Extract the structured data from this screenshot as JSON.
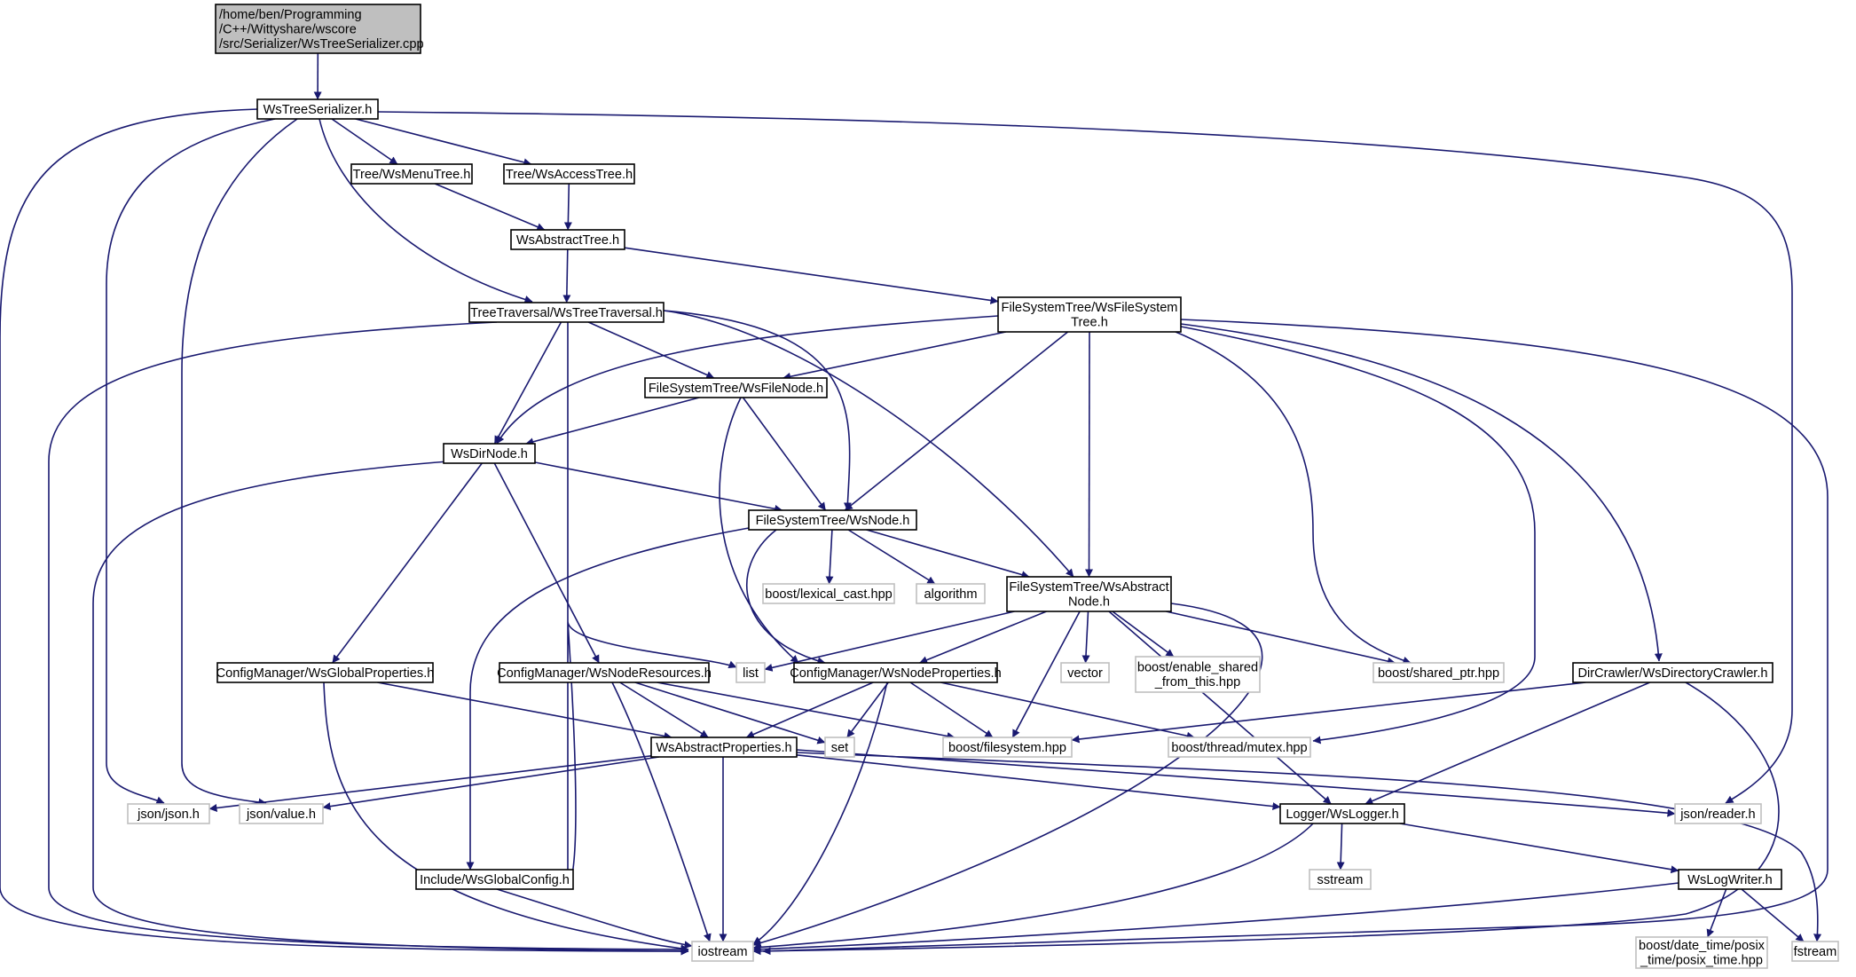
{
  "graph": {
    "root": "root",
    "colors": {
      "edge": "#191970",
      "internal_border": "#000000",
      "external_border": "#bfbfbf",
      "root_fill": "#bfbfbf"
    },
    "nodes": [
      {
        "id": "root",
        "lines": [
          "/home/ben/Programming",
          "/C++/Wittyshare/wscore",
          "/src/Serializer/WsTreeSerializer.cpp"
        ],
        "kind": "root"
      },
      {
        "id": "ser",
        "lines": [
          "WsTreeSerializer.h"
        ],
        "kind": "internal"
      },
      {
        "id": "menu",
        "lines": [
          "Tree/WsMenuTree.h"
        ],
        "kind": "internal"
      },
      {
        "id": "access",
        "lines": [
          "Tree/WsAccessTree.h"
        ],
        "kind": "internal"
      },
      {
        "id": "abstree",
        "lines": [
          "WsAbstractTree.h"
        ],
        "kind": "internal"
      },
      {
        "id": "trav",
        "lines": [
          "TreeTraversal/WsTreeTraversal.h"
        ],
        "kind": "internal"
      },
      {
        "id": "fstree",
        "lines": [
          "FileSystemTree/WsFileSystem",
          "Tree.h"
        ],
        "kind": "internal"
      },
      {
        "id": "filenode",
        "lines": [
          "FileSystemTree/WsFileNode.h"
        ],
        "kind": "internal"
      },
      {
        "id": "dirnode",
        "lines": [
          "WsDirNode.h"
        ],
        "kind": "internal"
      },
      {
        "id": "node",
        "lines": [
          "FileSystemTree/WsNode.h"
        ],
        "kind": "internal"
      },
      {
        "id": "absnode",
        "lines": [
          "FileSystemTree/WsAbstract",
          "Node.h"
        ],
        "kind": "internal"
      },
      {
        "id": "globprops",
        "lines": [
          "ConfigManager/WsGlobalProperties.h"
        ],
        "kind": "internal"
      },
      {
        "id": "noderes",
        "lines": [
          "ConfigManager/WsNodeResources.h"
        ],
        "kind": "internal"
      },
      {
        "id": "nodeprops",
        "lines": [
          "ConfigManager/WsNodeProperties.h"
        ],
        "kind": "internal"
      },
      {
        "id": "crawler",
        "lines": [
          "DirCrawler/WsDirectoryCrawler.h"
        ],
        "kind": "internal"
      },
      {
        "id": "absprops",
        "lines": [
          "WsAbstractProperties.h"
        ],
        "kind": "internal"
      },
      {
        "id": "logger",
        "lines": [
          "Logger/WsLogger.h"
        ],
        "kind": "internal"
      },
      {
        "id": "globconf",
        "lines": [
          "Include/WsGlobalConfig.h"
        ],
        "kind": "internal"
      },
      {
        "id": "logwriter",
        "lines": [
          "WsLogWriter.h"
        ],
        "kind": "internal"
      },
      {
        "id": "lexcast",
        "lines": [
          "boost/lexical_cast.hpp"
        ],
        "kind": "external"
      },
      {
        "id": "algorithm",
        "lines": [
          "algorithm"
        ],
        "kind": "external"
      },
      {
        "id": "list",
        "lines": [
          "list"
        ],
        "kind": "external"
      },
      {
        "id": "vector",
        "lines": [
          "vector"
        ],
        "kind": "external"
      },
      {
        "id": "enableshared",
        "lines": [
          "boost/enable_shared",
          "_from_this.hpp"
        ],
        "kind": "external"
      },
      {
        "id": "sharedptr",
        "lines": [
          "boost/shared_ptr.hpp"
        ],
        "kind": "external"
      },
      {
        "id": "set",
        "lines": [
          "set"
        ],
        "kind": "external"
      },
      {
        "id": "filesystem",
        "lines": [
          "boost/filesystem.hpp"
        ],
        "kind": "external"
      },
      {
        "id": "mutex",
        "lines": [
          "boost/thread/mutex.hpp"
        ],
        "kind": "external"
      },
      {
        "id": "jsonjson",
        "lines": [
          "json/json.h"
        ],
        "kind": "external"
      },
      {
        "id": "jsonvalue",
        "lines": [
          "json/value.h"
        ],
        "kind": "external"
      },
      {
        "id": "jsonreader",
        "lines": [
          "json/reader.h"
        ],
        "kind": "external"
      },
      {
        "id": "sstream",
        "lines": [
          "sstream"
        ],
        "kind": "external"
      },
      {
        "id": "iostream",
        "lines": [
          "iostream"
        ],
        "kind": "external"
      },
      {
        "id": "posix",
        "lines": [
          "boost/date_time/posix",
          "_time/posix_time.hpp"
        ],
        "kind": "external"
      },
      {
        "id": "fstream",
        "lines": [
          "fstream"
        ],
        "kind": "external"
      }
    ],
    "edges": [
      [
        "root",
        "ser"
      ],
      [
        "ser",
        "menu"
      ],
      [
        "ser",
        "access"
      ],
      [
        "ser",
        "trav"
      ],
      [
        "ser",
        "jsonjson"
      ],
      [
        "ser",
        "jsonvalue"
      ],
      [
        "ser",
        "jsonreader"
      ],
      [
        "ser",
        "iostream"
      ],
      [
        "menu",
        "abstree"
      ],
      [
        "access",
        "abstree"
      ],
      [
        "abstree",
        "trav"
      ],
      [
        "abstree",
        "fstree"
      ],
      [
        "trav",
        "dirnode"
      ],
      [
        "trav",
        "filenode"
      ],
      [
        "trav",
        "node"
      ],
      [
        "trav",
        "absnode"
      ],
      [
        "trav",
        "list"
      ],
      [
        "trav",
        "iostream"
      ],
      [
        "fstree",
        "filenode"
      ],
      [
        "fstree",
        "dirnode"
      ],
      [
        "fstree",
        "node"
      ],
      [
        "fstree",
        "absnode"
      ],
      [
        "fstree",
        "sharedptr"
      ],
      [
        "fstree",
        "mutex"
      ],
      [
        "fstree",
        "crawler"
      ],
      [
        "fstree",
        "iostream"
      ],
      [
        "filenode",
        "dirnode"
      ],
      [
        "filenode",
        "node"
      ],
      [
        "filenode",
        "nodeprops"
      ],
      [
        "dirnode",
        "node"
      ],
      [
        "dirnode",
        "globprops"
      ],
      [
        "dirnode",
        "noderes"
      ],
      [
        "dirnode",
        "iostream"
      ],
      [
        "node",
        "lexcast"
      ],
      [
        "node",
        "algorithm"
      ],
      [
        "node",
        "absnode"
      ],
      [
        "node",
        "nodeprops"
      ],
      [
        "node",
        "globconf"
      ],
      [
        "absnode",
        "list"
      ],
      [
        "absnode",
        "vector"
      ],
      [
        "absnode",
        "enableshared"
      ],
      [
        "absnode",
        "sharedptr"
      ],
      [
        "absnode",
        "filesystem"
      ],
      [
        "absnode",
        "nodeprops"
      ],
      [
        "absnode",
        "logger"
      ],
      [
        "absnode",
        "iostream"
      ],
      [
        "globprops",
        "absprops"
      ],
      [
        "globprops",
        "iostream"
      ],
      [
        "noderes",
        "absprops"
      ],
      [
        "noderes",
        "set"
      ],
      [
        "noderes",
        "filesystem"
      ],
      [
        "noderes",
        "iostream"
      ],
      [
        "nodeprops",
        "absprops"
      ],
      [
        "nodeprops",
        "set"
      ],
      [
        "nodeprops",
        "filesystem"
      ],
      [
        "nodeprops",
        "mutex"
      ],
      [
        "nodeprops",
        "iostream"
      ],
      [
        "absprops",
        "jsonjson"
      ],
      [
        "absprops",
        "jsonvalue"
      ],
      [
        "absprops",
        "jsonreader"
      ],
      [
        "absprops",
        "logger"
      ],
      [
        "absprops",
        "iostream"
      ],
      [
        "absprops",
        "fstream"
      ],
      [
        "crawler",
        "filesystem"
      ],
      [
        "crawler",
        "logger"
      ],
      [
        "crawler",
        "iostream"
      ],
      [
        "logger",
        "sstream"
      ],
      [
        "logger",
        "logwriter"
      ],
      [
        "logger",
        "iostream"
      ],
      [
        "logwriter",
        "posix"
      ],
      [
        "logwriter",
        "fstream"
      ],
      [
        "logwriter",
        "iostream"
      ],
      [
        "globconf",
        "iostream"
      ]
    ]
  }
}
